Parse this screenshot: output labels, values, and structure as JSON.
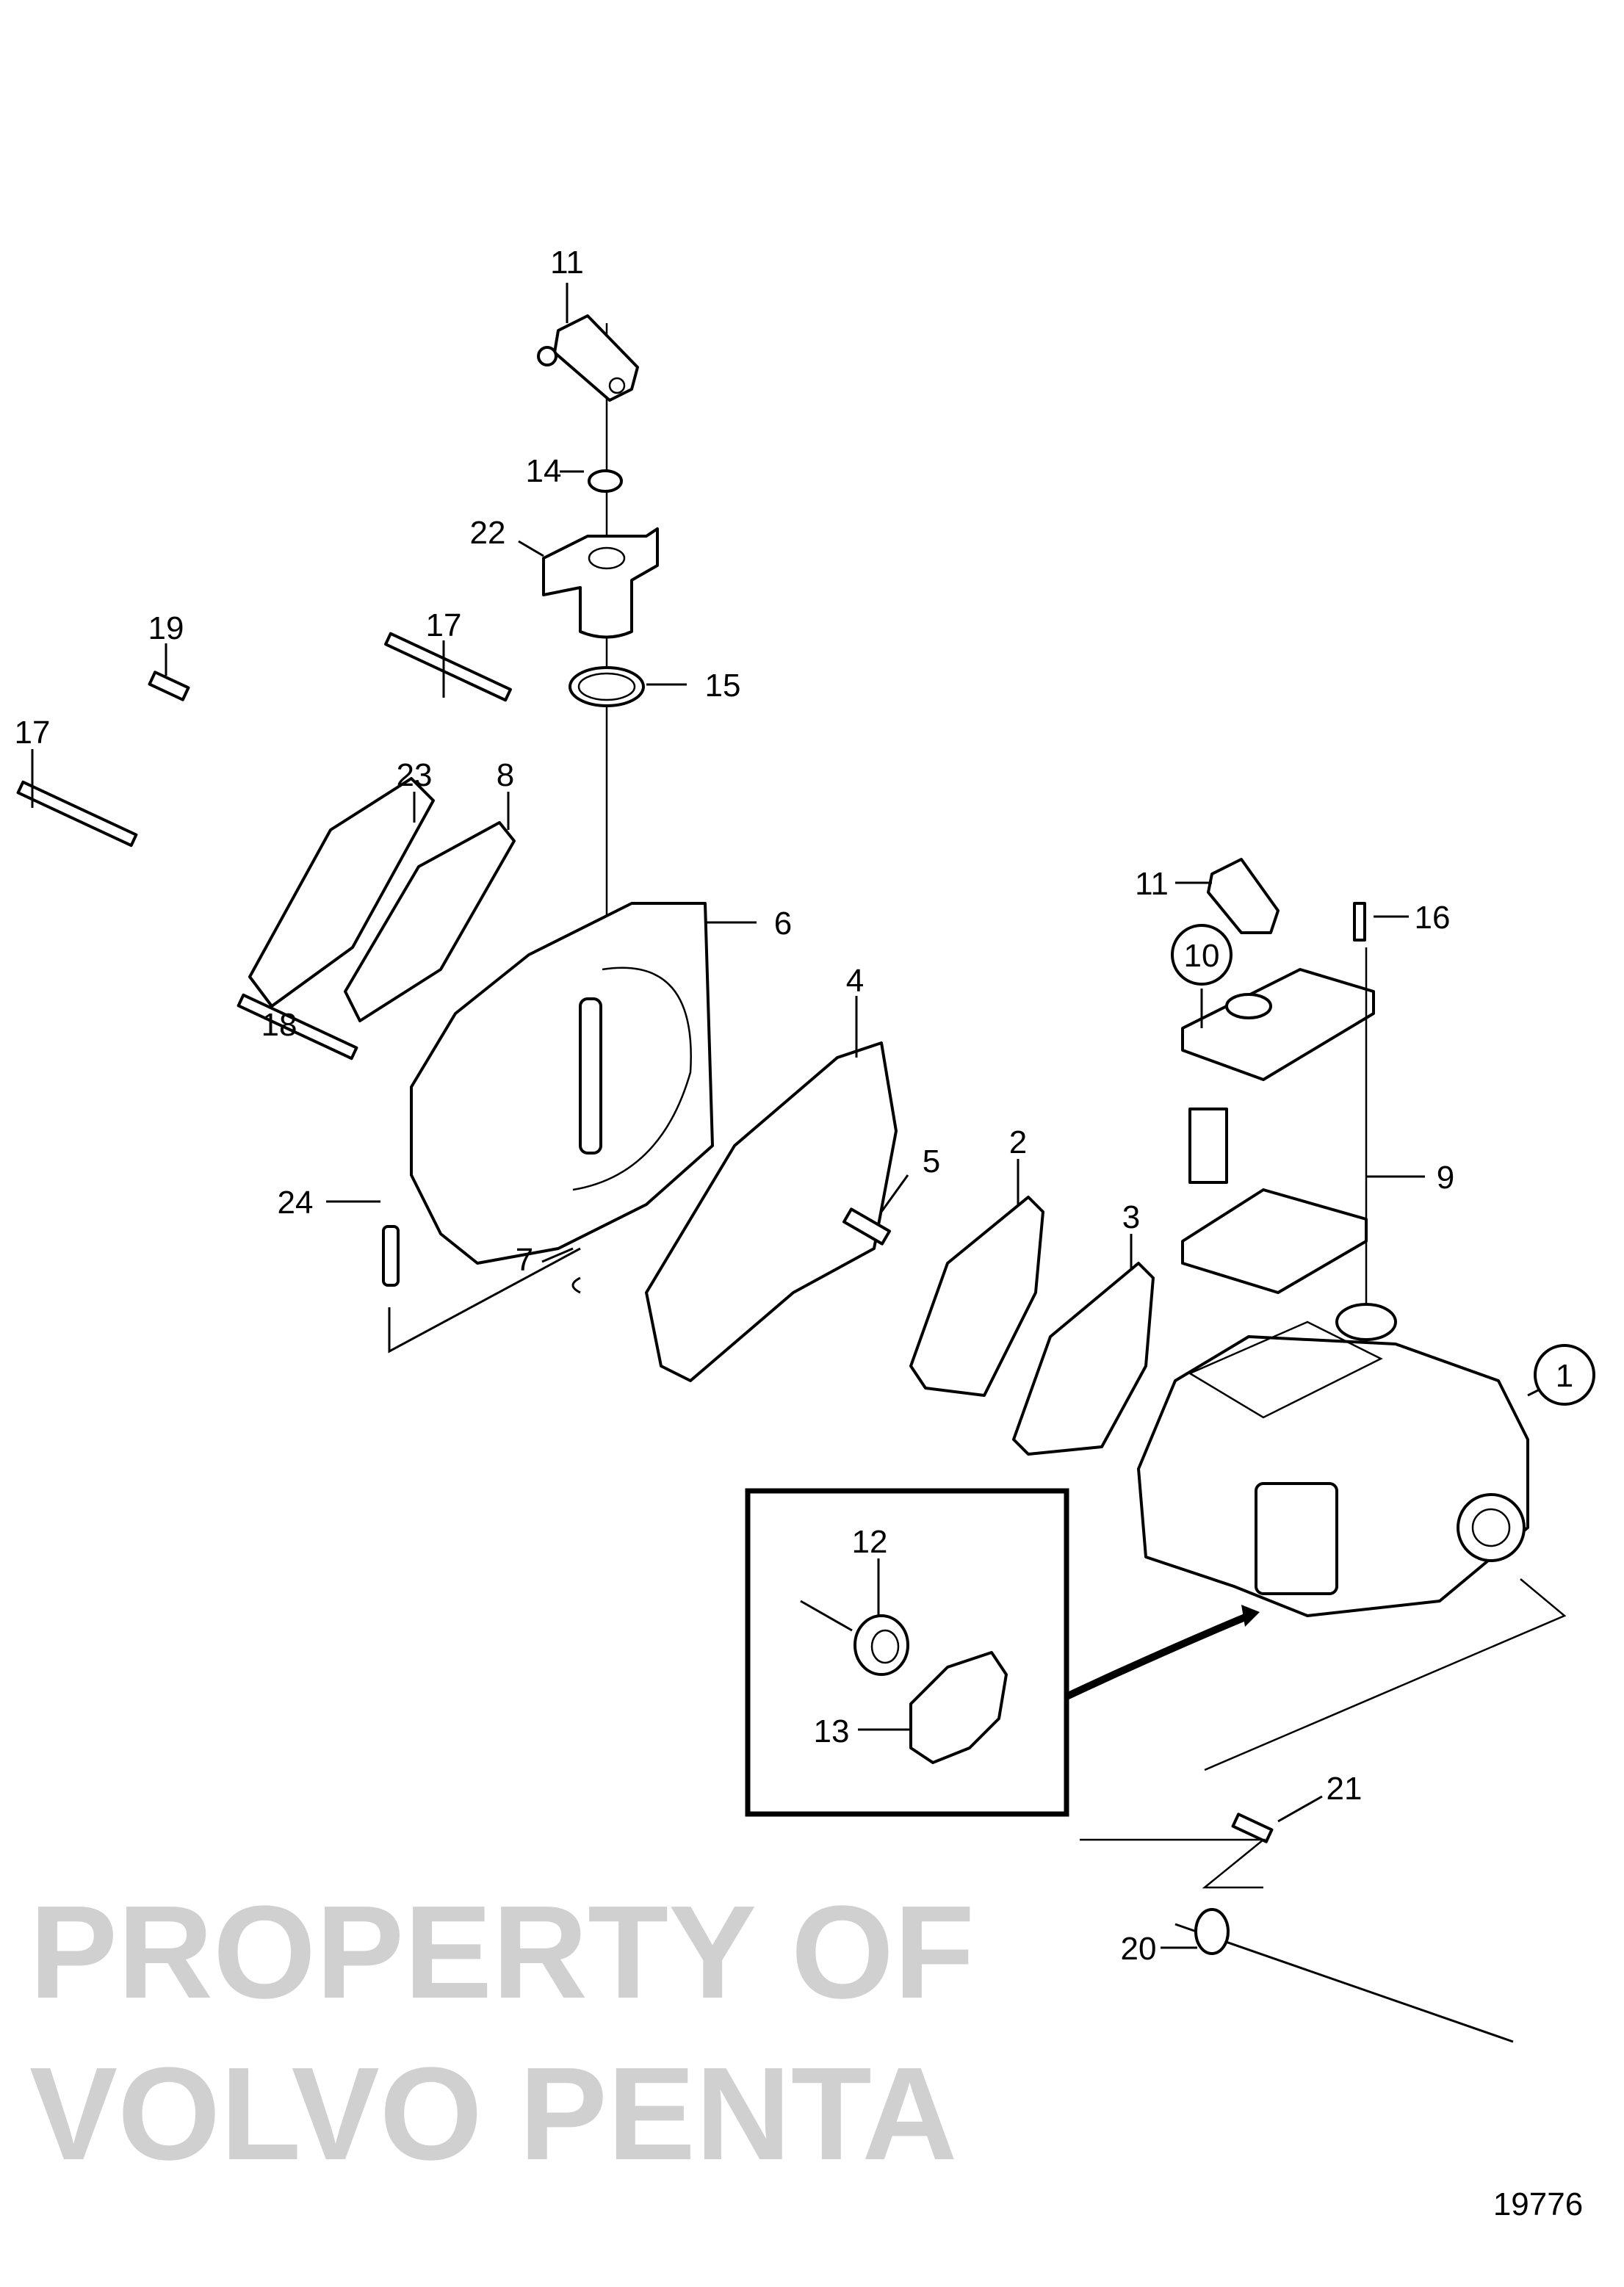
{
  "diagram": {
    "figure_number": "19776",
    "watermark": [
      "PROPERTY OF",
      "VOLVO PENTA"
    ],
    "callouts": {
      "c1": "1",
      "c2": "2",
      "c3": "3",
      "c4": "4",
      "c5": "5",
      "c6": "6",
      "c7": "7",
      "c8": "8",
      "c9": "9",
      "c10": "10",
      "c11a": "11",
      "c11b": "11",
      "c12": "12",
      "c13": "13",
      "c14": "14",
      "c15": "15",
      "c16": "16",
      "c17a": "17",
      "c17b": "17",
      "c18": "18",
      "c19": "19",
      "c20": "20",
      "c21": "21",
      "c22": "22",
      "c23": "23",
      "c24": "24"
    }
  }
}
